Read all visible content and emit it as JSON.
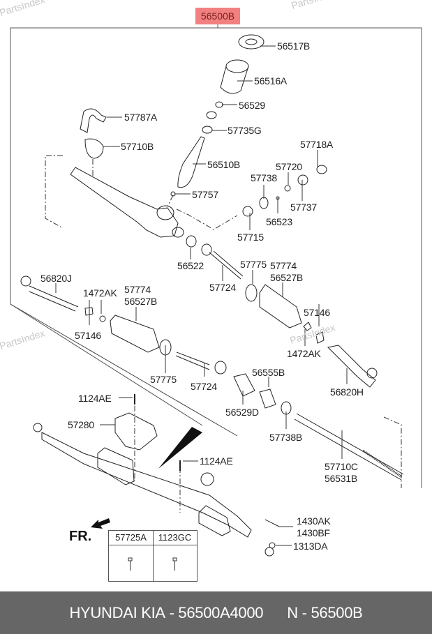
{
  "watermark": "PartsIndex",
  "assembly": {
    "number": "56500B",
    "highlight_color": "#f28080"
  },
  "parts": {
    "p56517B": "56517B",
    "p56516A": "56516A",
    "p56529": "56529",
    "p57735G": "57735G",
    "p57787A": "57787A",
    "p57710B": "57710B",
    "p56510B": "56510B",
    "p57757": "57757",
    "p57718A": "57718A",
    "p57720": "57720",
    "p57738": "57738",
    "p57737": "57737",
    "p56523": "56523",
    "p57715": "57715",
    "p56522": "56522",
    "p57724_top": "57724",
    "p57775_top": "57775",
    "p57774_top": "57774",
    "p56527B_top": "56527B",
    "p56820J": "56820J",
    "p1472AK_left": "1472AK",
    "p57774_left": "57774",
    "p56527B_left": "56527B",
    "p57146_left": "57146",
    "p57146_right": "57146",
    "p1472AK_right": "1472AK",
    "p57775_mid": "57775",
    "p57724_mid": "57724",
    "p56555B": "56555B",
    "p56529D": "56529D",
    "p56820H": "56820H",
    "p1124AE_top": "1124AE",
    "p57280": "57280",
    "p57738B": "57738B",
    "p1124AE_mid": "1124AE",
    "p57710C": "57710C",
    "p56531B": "56531B",
    "p1430AK": "1430AK",
    "p1430BF": "1430BF",
    "p1313DA": "1313DA"
  },
  "direction": {
    "label": "FR."
  },
  "fastener_table": {
    "columns": [
      "57725A",
      "1123GC"
    ]
  },
  "footer": {
    "brand": "HYUNDAI  KIA",
    "part_number": "56500A4000",
    "ref_prefix": "N",
    "ref": "56500B",
    "separator": " - "
  }
}
